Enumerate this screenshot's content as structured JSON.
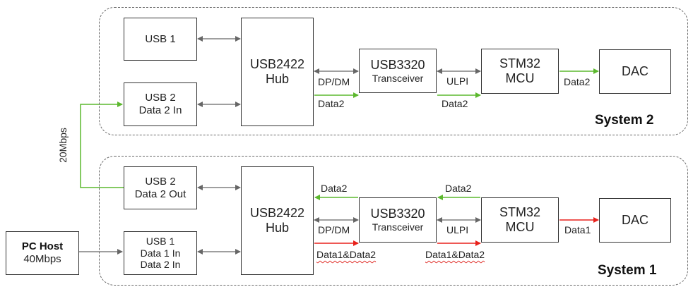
{
  "colors": {
    "bus": "#666666",
    "data2": "#5cb82e",
    "data1": "#e8211b"
  },
  "system2": {
    "title": "System 2",
    "usb1": "USB 1",
    "usb2": {
      "line1": "USB 2",
      "line2": "Data 2 In"
    },
    "hub": {
      "line1": "USB2422",
      "line2": "Hub"
    },
    "transceiver": {
      "line1": "USB3320",
      "line2": "Transceiver"
    },
    "mcu": {
      "line1": "STM32",
      "line2": "MCU"
    },
    "dac": "DAC",
    "labels": {
      "dpdm": "DP/DM",
      "hub_data": "Data2",
      "ulpi": "ULPI",
      "tr_data": "Data2",
      "mcu_data": "Data2"
    }
  },
  "system1": {
    "title": "System 1",
    "usb2": {
      "line1": "USB 2",
      "line2": "Data 2 Out"
    },
    "usb1": {
      "line1": "USB 1",
      "line2": "Data 1 In",
      "line3": "Data 2 In"
    },
    "hub": {
      "line1": "USB2422",
      "line2": "Hub"
    },
    "transceiver": {
      "line1": "USB3320",
      "line2": "Transceiver"
    },
    "mcu": {
      "line1": "STM32",
      "line2": "MCU"
    },
    "dac": "DAC",
    "labels": {
      "hub_data2": "Data2",
      "dpdm": "DP/DM",
      "hub_data12": "Data1&Data2",
      "tr_data2": "Data2",
      "ulpi": "ULPI",
      "tr_data12": "Data1&Data2",
      "mcu_data1": "Data1"
    }
  },
  "pc_host": {
    "title": "PC Host",
    "rate": "40Mbps"
  },
  "link_rate": "20Mbps"
}
